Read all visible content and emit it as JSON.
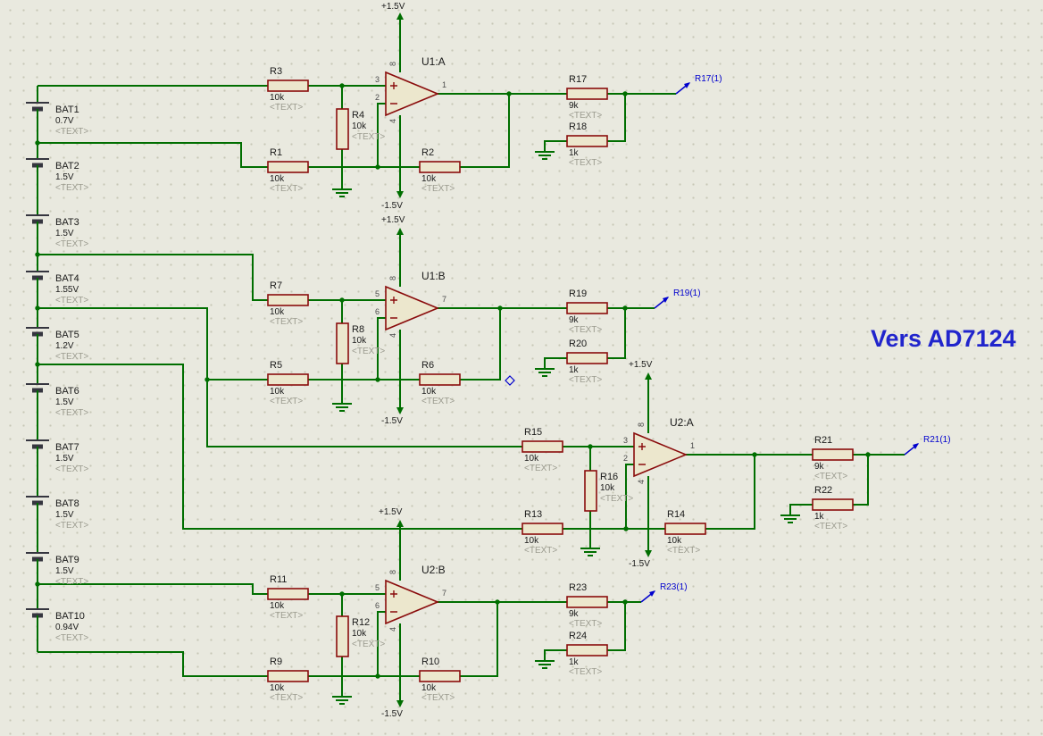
{
  "colors": {
    "background": "#e9e9df",
    "grid_dot": "#c7c7b6",
    "wire": "#006e00",
    "component": "#8a0c0c",
    "component_fill": "#ece7cd",
    "battery": "#35353f",
    "terminal": "#0000cd",
    "text": "#1a1a1a",
    "muted": "#9b9b8f",
    "pin": "#4c4c4c",
    "annotation": "#2125cc"
  },
  "power": {
    "positive": "+1.5V",
    "negative": "-1.5V"
  },
  "annotation": {
    "text": "Vers AD7124"
  },
  "batteries": [
    {
      "ref": "BAT1",
      "value": "0.7V",
      "text": "<TEXT>"
    },
    {
      "ref": "BAT2",
      "value": "1.5V",
      "text": "<TEXT>"
    },
    {
      "ref": "BAT3",
      "value": "1.5V",
      "text": "<TEXT>"
    },
    {
      "ref": "BAT4",
      "value": "1.55V",
      "text": "<TEXT>"
    },
    {
      "ref": "BAT5",
      "value": "1.2V",
      "text": "<TEXT>"
    },
    {
      "ref": "BAT6",
      "value": "1.5V",
      "text": "<TEXT>"
    },
    {
      "ref": "BAT7",
      "value": "1.5V",
      "text": "<TEXT>"
    },
    {
      "ref": "BAT8",
      "value": "1.5V",
      "text": "<TEXT>"
    },
    {
      "ref": "BAT9",
      "value": "1.5V",
      "text": "<TEXT>"
    },
    {
      "ref": "BAT10",
      "value": "0.94V",
      "text": "<TEXT>"
    }
  ],
  "opamps": [
    {
      "ref": "U1:A",
      "pin_plus": "3",
      "pin_minus": "2",
      "pin_out": "1",
      "pin_vplus": "8",
      "pin_vminus": "4"
    },
    {
      "ref": "U1:B",
      "pin_plus": "5",
      "pin_minus": "6",
      "pin_out": "7",
      "pin_vplus": "8",
      "pin_vminus": "4"
    },
    {
      "ref": "U2:A",
      "pin_plus": "3",
      "pin_minus": "2",
      "pin_out": "1",
      "pin_vplus": "8",
      "pin_vminus": "4"
    },
    {
      "ref": "U2:B",
      "pin_plus": "5",
      "pin_minus": "6",
      "pin_out": "7",
      "pin_vplus": "8",
      "pin_vminus": "4"
    }
  ],
  "resistors": [
    {
      "ref": "R1",
      "value": "10k",
      "text": "<TEXT>"
    },
    {
      "ref": "R2",
      "value": "10k",
      "text": "<TEXT>"
    },
    {
      "ref": "R3",
      "value": "10k",
      "text": "<TEXT>"
    },
    {
      "ref": "R4",
      "value": "10k",
      "text": "<TEXT>"
    },
    {
      "ref": "R5",
      "value": "10k",
      "text": "<TEXT>"
    },
    {
      "ref": "R6",
      "value": "10k",
      "text": "<TEXT>"
    },
    {
      "ref": "R7",
      "value": "10k",
      "text": "<TEXT>"
    },
    {
      "ref": "R8",
      "value": "10k",
      "text": "<TEXT>"
    },
    {
      "ref": "R9",
      "value": "10k",
      "text": "<TEXT>"
    },
    {
      "ref": "R10",
      "value": "10k",
      "text": "<TEXT>"
    },
    {
      "ref": "R11",
      "value": "10k",
      "text": "<TEXT>"
    },
    {
      "ref": "R12",
      "value": "10k",
      "text": "<TEXT>"
    },
    {
      "ref": "R13",
      "value": "10k",
      "text": "<TEXT>"
    },
    {
      "ref": "R14",
      "value": "10k",
      "text": "<TEXT>"
    },
    {
      "ref": "R15",
      "value": "10k",
      "text": "<TEXT>"
    },
    {
      "ref": "R16",
      "value": "10k",
      "text": "<TEXT>"
    },
    {
      "ref": "R17",
      "value": "9k",
      "text": "<TEXT>"
    },
    {
      "ref": "R18",
      "value": "1k",
      "text": "<TEXT>"
    },
    {
      "ref": "R19",
      "value": "9k",
      "text": "<TEXT>"
    },
    {
      "ref": "R20",
      "value": "1k",
      "text": "<TEXT>"
    },
    {
      "ref": "R21",
      "value": "9k",
      "text": "<TEXT>"
    },
    {
      "ref": "R22",
      "value": "1k",
      "text": "<TEXT>"
    },
    {
      "ref": "R23",
      "value": "9k",
      "text": "<TEXT>"
    },
    {
      "ref": "R24",
      "value": "1k",
      "text": "<TEXT>"
    }
  ],
  "terminals": [
    {
      "label": "R17(1)"
    },
    {
      "label": "R19(1)"
    },
    {
      "label": "R21(1)"
    },
    {
      "label": "R23(1)"
    }
  ]
}
